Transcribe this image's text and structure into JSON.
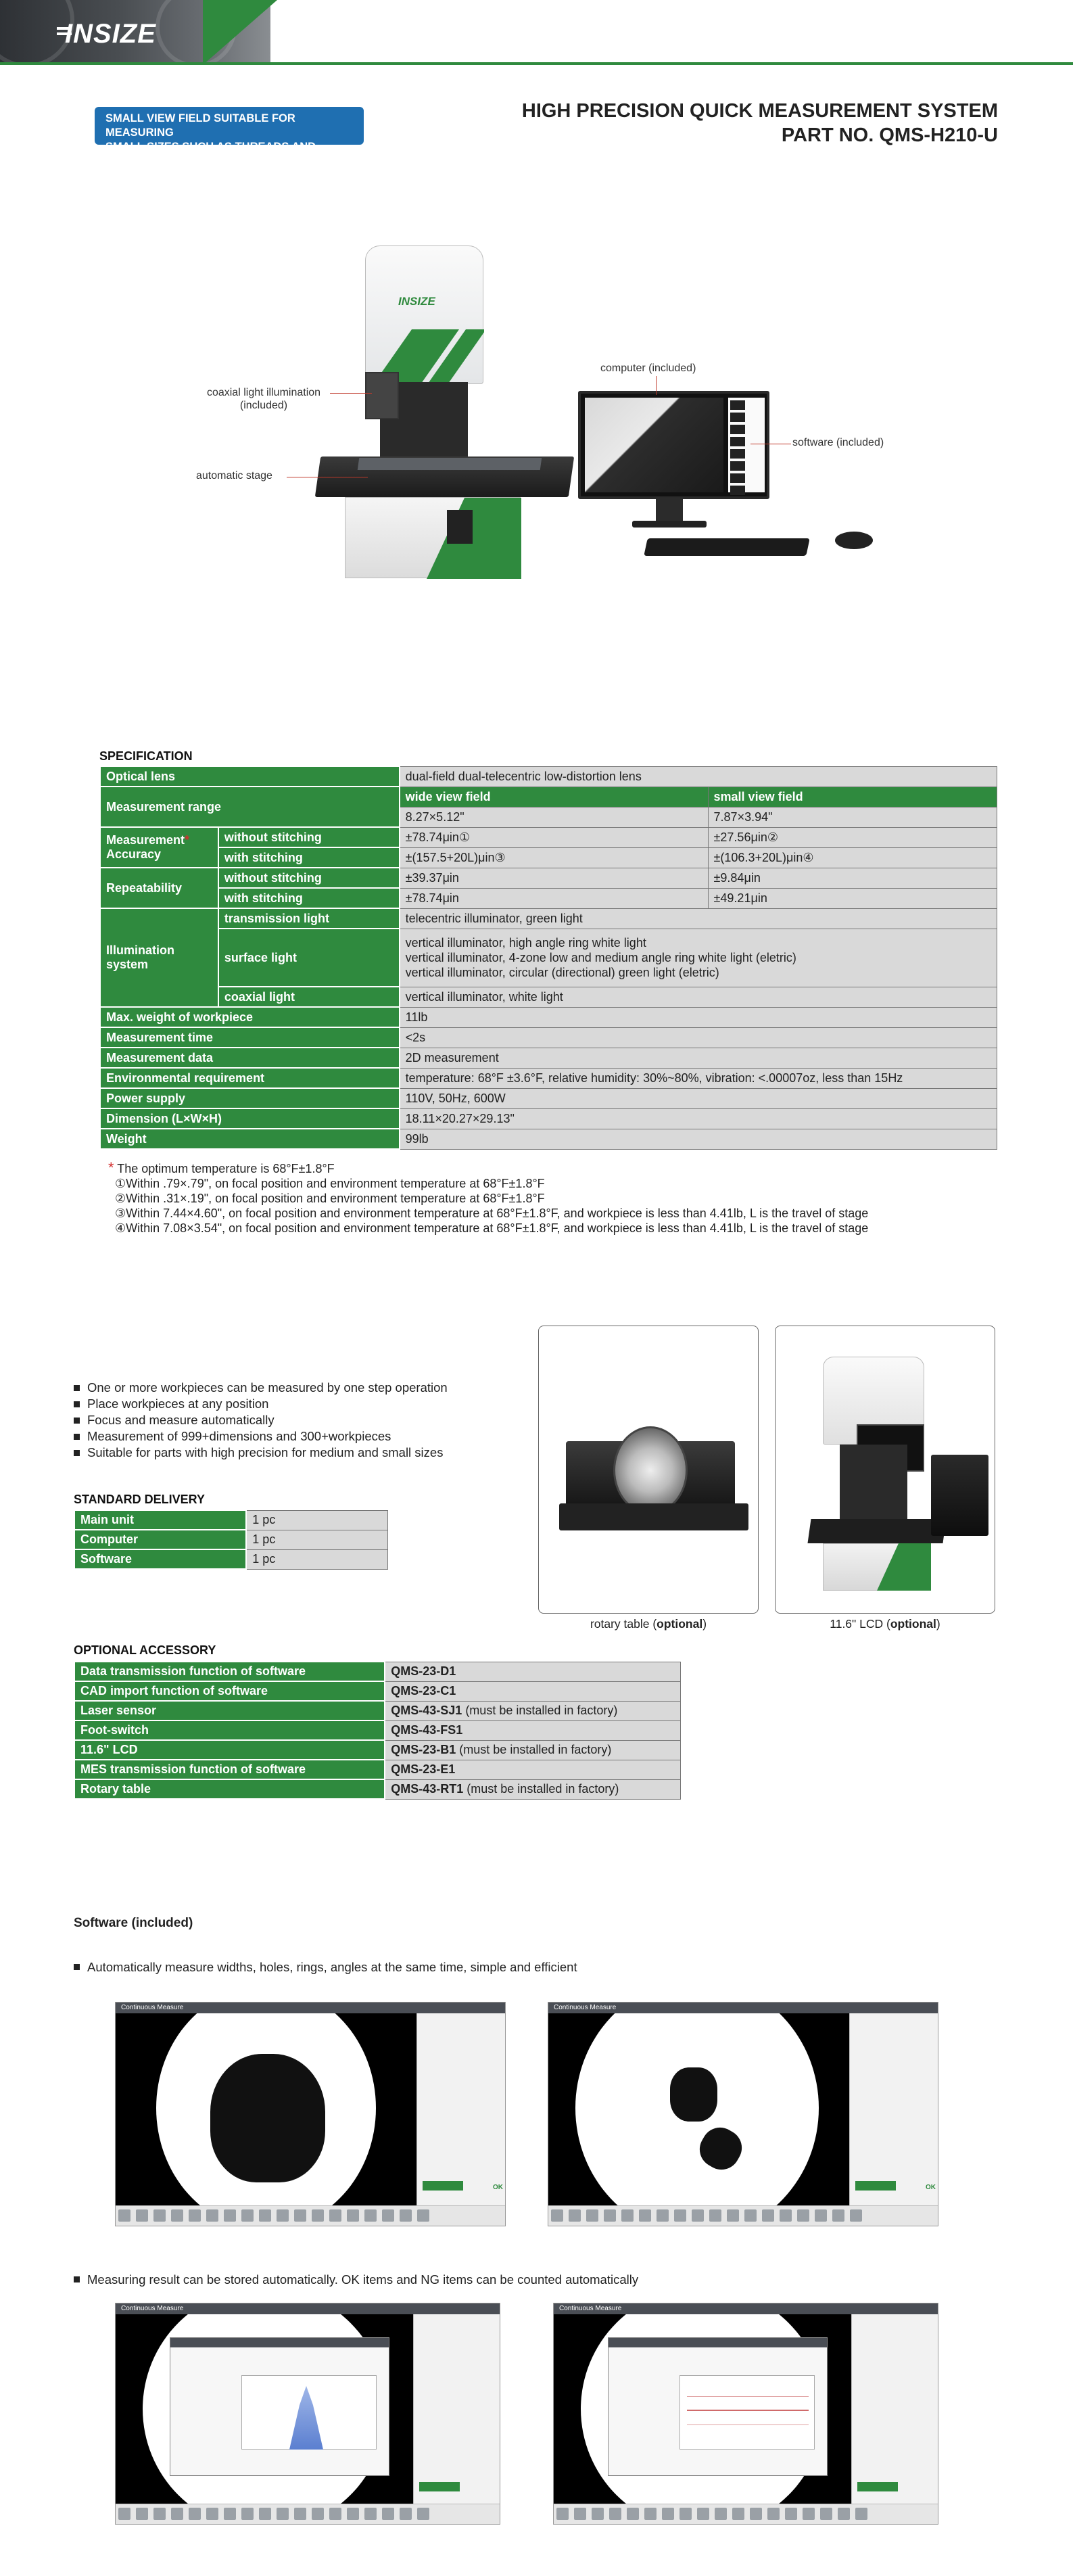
{
  "brand": {
    "logo_text": "INSIZE",
    "brand_green": "#2f8a3e",
    "badge_blue": "#1f6fb1"
  },
  "badge": {
    "line1": "SMALL VIEW FIELD SUITABLE FOR MEASURING",
    "line2": "SMALL SIZES SUCH AS THREADS AND CHAMFERS"
  },
  "title": {
    "line1": "HIGH PRECISION QUICK MEASUREMENT SYSTEM",
    "line2": "PART NO. QMS-H210-U"
  },
  "callouts": {
    "coaxial_line1": "coaxial light illumination",
    "coaxial_line2": "(included)",
    "stage": "automatic stage",
    "computer": "computer (included)",
    "software": "software (included)",
    "machine_label": "INSIZE"
  },
  "specification": {
    "heading": "SPECIFICATION",
    "optical_lens": {
      "label": "Optical lens",
      "value": "dual-field dual-telecentric low-distortion lens"
    },
    "measurement_range": {
      "label": "Measurement range",
      "wide_header": "wide view field",
      "small_header": "small view field",
      "wide": "8.27×5.12\"",
      "small": "7.87×3.94\""
    },
    "accuracy": {
      "label": "Measurement Accuracy",
      "label_line1": "Measurement",
      "label_line2": "Accuracy",
      "star": "*",
      "without_label": "without stitching",
      "without_wide": "±78.74μin①",
      "without_small": "±27.56μin②",
      "with_label": "with stitching",
      "with_wide": "±(157.5+20L)μin③",
      "with_small": "±(106.3+20L)μin④"
    },
    "repeatability": {
      "label": "Repeatability",
      "without_label": "without stitching",
      "without_wide": "±39.37μin",
      "without_small": "±9.84μin",
      "with_label": "with stitching",
      "with_wide": "±78.74μin",
      "with_small": "±49.21μin"
    },
    "illumination": {
      "label": "Illumination system",
      "label_line1": "Illumination",
      "label_line2": "system",
      "transmission_label": "transmission light",
      "transmission_value": "telecentric illuminator, green light",
      "surface_label": "surface light",
      "surface_value_1": "vertical illuminator, high angle ring white light",
      "surface_value_2": "vertical illuminator, 4-zone low and medium angle ring white light (eletric)",
      "surface_value_3": "vertical illuminator, circular (directional) green light (eletric)",
      "coaxial_label": "coaxial light",
      "coaxial_value": "vertical illuminator, white light"
    },
    "rows": [
      {
        "label": "Max. weight of workpiece",
        "value": "11lb"
      },
      {
        "label": "Measurement time",
        "value": "<2s"
      },
      {
        "label": "Measurement data",
        "value": "2D measurement"
      },
      {
        "label": "Environmental requirement",
        "value": "temperature: 68°F ±3.6°F, relative humidity: 30%~80%, vibration: <.00007oz, less than 15Hz"
      },
      {
        "label": "Power supply",
        "value": "110V, 50Hz, 600W"
      },
      {
        "label": "Dimension (L×W×H)",
        "value": "18.11×20.27×29.13\""
      },
      {
        "label": "Weight",
        "value": "99lb"
      }
    ]
  },
  "notes": {
    "star": "*",
    "main": "The optimum temperature is 68°F±1.8°F",
    "n1": "①Within .79×.79\", on focal position and environment temperature at 68°F±1.8°F",
    "n2": "②Within .31×.19\", on focal position and environment temperature at 68°F±1.8°F",
    "n3": "③Within 7.44×4.60\", on focal position and environment temperature at 68°F±1.8°F, and workpiece is less than 4.41lb, L is the travel of stage",
    "n4": "④Within 7.08×3.54\", on focal position and environment temperature at 68°F±1.8°F, and workpiece is less than 4.41lb, L is the travel of stage"
  },
  "features": [
    "One or more workpieces can be measured by one step operation",
    "Place workpieces at any position",
    "Focus and measure automatically",
    "Measurement of 999+dimensions and 300+workpieces",
    "Suitable for parts with high precision for medium and small sizes"
  ],
  "standard_delivery": {
    "heading": "STANDARD DELIVERY",
    "rows": [
      {
        "item": "Main unit",
        "qty": "1 pc"
      },
      {
        "item": "Computer",
        "qty": "1 pc"
      },
      {
        "item": "Software",
        "qty": "1 pc"
      }
    ]
  },
  "optional_photos": {
    "rotary_caption": "rotary table (",
    "rotary_bold": "optional",
    "lcd_caption": "11.6\" LCD (",
    "lcd_bold": "optional",
    "close": ")"
  },
  "optional_accessory": {
    "heading": "OPTIONAL ACCESSORY",
    "rows": [
      {
        "item": "Data transmission function of software",
        "code": "QMS-23-D1",
        "note": ""
      },
      {
        "item": "CAD import function of software",
        "code": "QMS-23-C1",
        "note": ""
      },
      {
        "item": "Laser sensor",
        "code": "QMS-43-SJ1",
        "note": " (must be installed in factory)"
      },
      {
        "item": "Foot-switch",
        "code": "QMS-43-FS1",
        "note": ""
      },
      {
        "item": "11.6\" LCD",
        "code": "QMS-23-B1",
        "note": " (must be installed in factory)"
      },
      {
        "item": "MES transmission function of software",
        "code": "QMS-23-E1",
        "note": ""
      },
      {
        "item": "Rotary table",
        "code": "QMS-43-RT1",
        "note": " (must be installed in factory)"
      }
    ]
  },
  "software": {
    "heading": "Software (included)",
    "bullet1": "Automatically measure widths, holes, rings, angles at the same time, simple and efficient",
    "bullet2": "Measuring result can be stored automatically. OK items and NG items can be counted automatically",
    "window_title": "Continuous Measure",
    "ok_label": "OK"
  }
}
